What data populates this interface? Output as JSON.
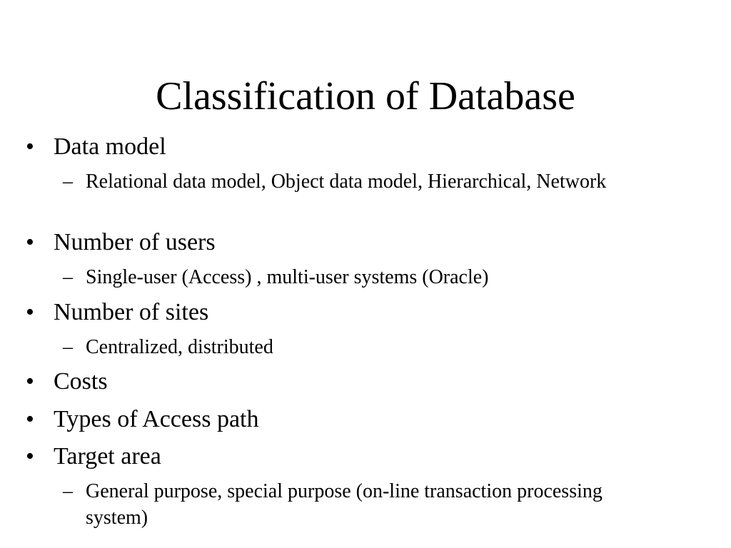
{
  "slide": {
    "title": "Classification of Database",
    "bullet_mark": "•",
    "sub_mark": "–",
    "items": [
      {
        "label": "Data model",
        "sub": "Relational data model, Object data model, Hierarchical, Network"
      },
      {
        "label": "Number of users",
        "sub": "Single-user (Access) , multi-user systems (Oracle)"
      },
      {
        "label": "Number of sites",
        "sub": "Centralized, distributed"
      },
      {
        "label": "Costs"
      },
      {
        "label": "Types of Access path"
      },
      {
        "label": "Target area",
        "sub": "General purpose, special purpose (on-line transaction processing system)"
      }
    ]
  }
}
